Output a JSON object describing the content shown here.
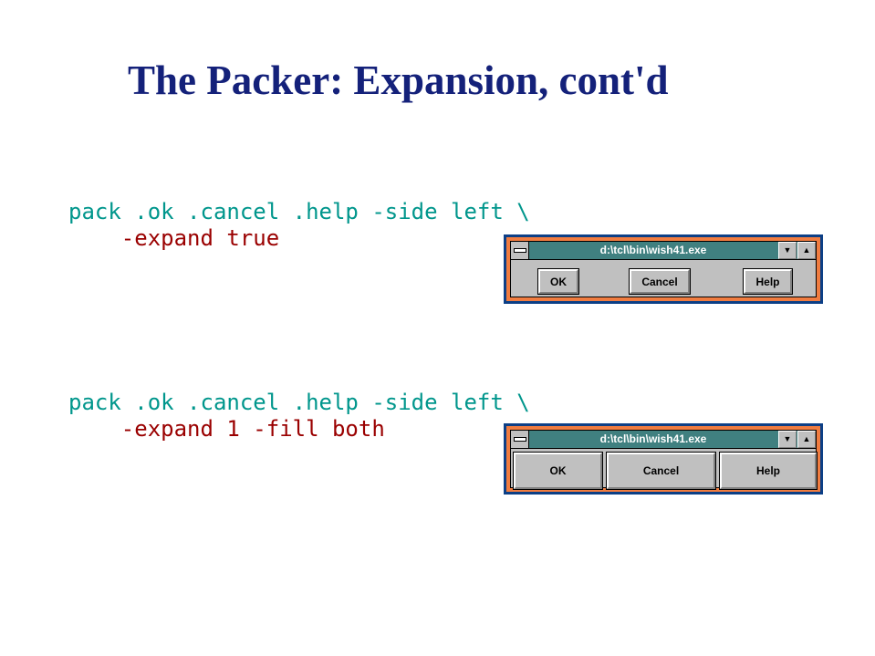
{
  "slide": {
    "title": "The Packer: Expansion, cont'd"
  },
  "example1": {
    "line1": "pack .ok .cancel .help -side left \\",
    "line2": "    -expand true",
    "window": {
      "title": "d:\\tcl\\bin\\wish41.exe",
      "buttons": [
        "OK",
        "Cancel",
        "Help"
      ]
    }
  },
  "example2": {
    "line1": "pack .ok .cancel .help -side left \\",
    "line2": "    -expand 1 -fill both",
    "window": {
      "title": "d:\\tcl\\bin\\wish41.exe",
      "buttons": [
        "OK",
        "Cancel",
        "Help"
      ]
    }
  },
  "icons": {
    "minimize": "▼",
    "maximize": "▲"
  }
}
